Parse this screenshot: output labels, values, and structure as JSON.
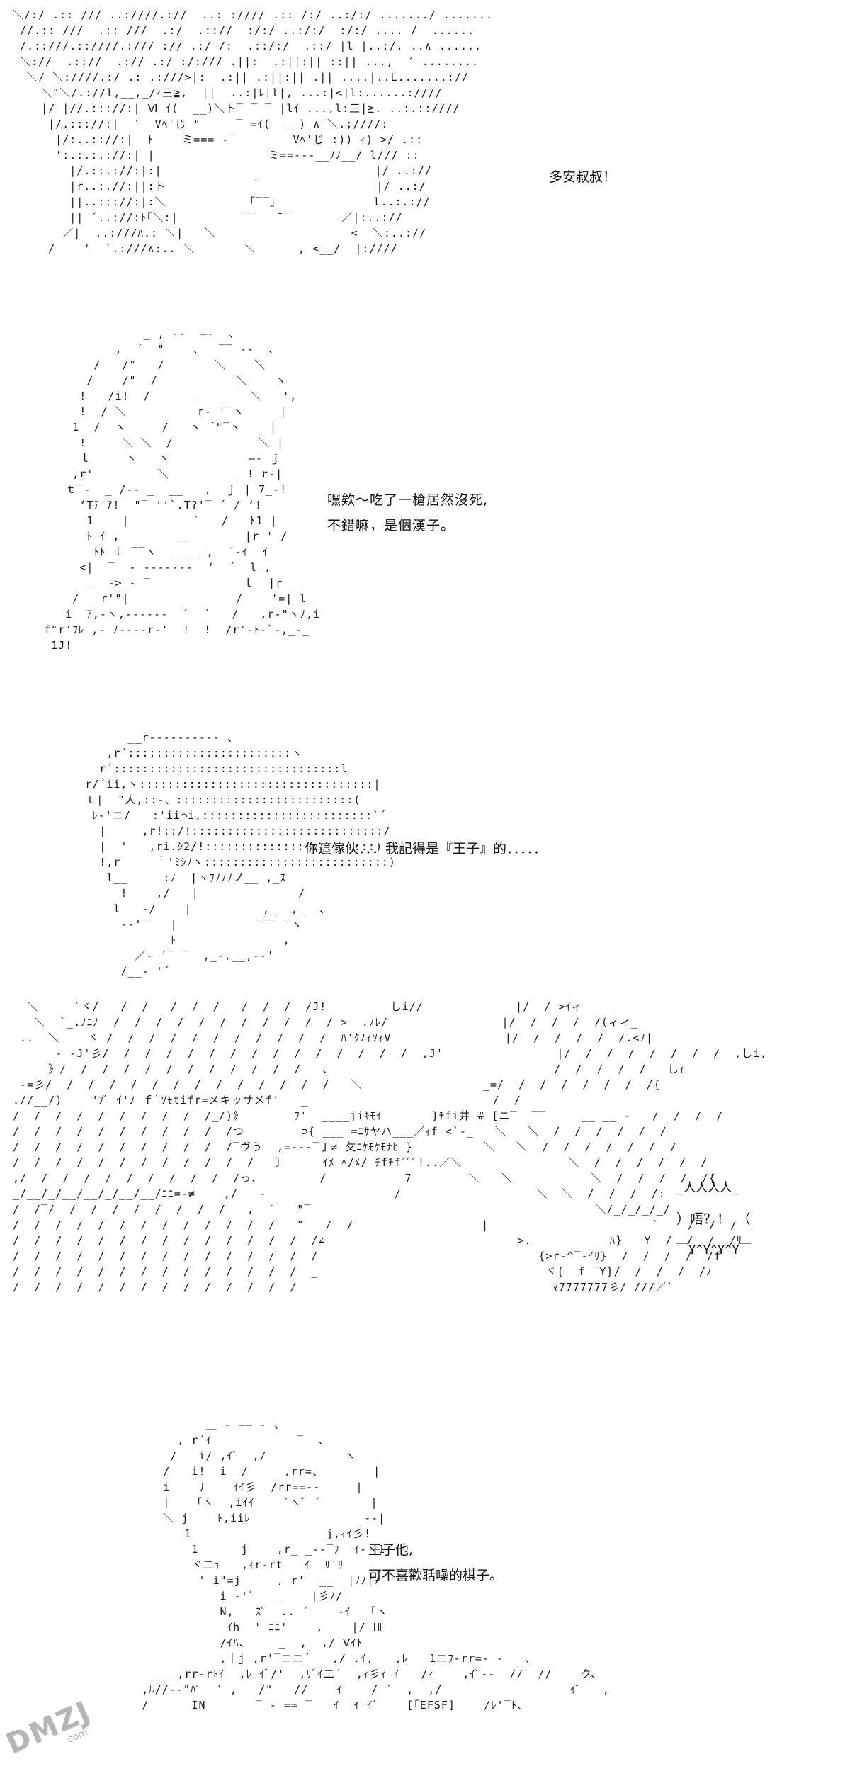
{
  "panels": [
    {
      "speaker_lines": [
        "多安叔叔！"
      ]
    },
    {
      "speaker_lines": [
        "嘿欸～吃了一槍居然沒死,",
        "不錯嘛，是個漢子。"
      ]
    },
    {
      "speaker_lines": [
        "你這傢伙．．．我記得是『王子』的．．．．．"
      ]
    },
    {
      "burst_top": "_人人人人_",
      "burst_text": "）唔？！　（",
      "burst_bottom": "￣Y^Y^Y^Y￣"
    },
    {
      "speaker_lines": [
        "王子他,",
        "可不喜歡聒噪的棋子。"
      ]
    }
  ],
  "watermark": {
    "logo": "DMZJ",
    "domain": "com"
  },
  "colors": {
    "background": "#ffffff",
    "ink": "#111111",
    "watermark": "#7a7a7a"
  }
}
